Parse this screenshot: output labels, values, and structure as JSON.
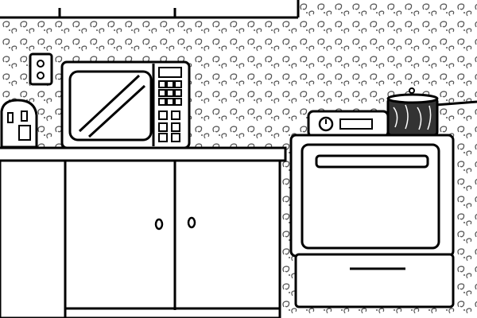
{
  "scene": {
    "subject": "kitchen",
    "icons": [
      "wallpaper-pattern",
      "wall-outlet",
      "toaster",
      "microwave",
      "cabinet",
      "cabinet-knob",
      "stove",
      "oven-door",
      "saucepan"
    ]
  },
  "colors": {
    "ink": "#000000",
    "paper": "#ffffff",
    "pattern": "#555555",
    "pot": "#333333"
  }
}
